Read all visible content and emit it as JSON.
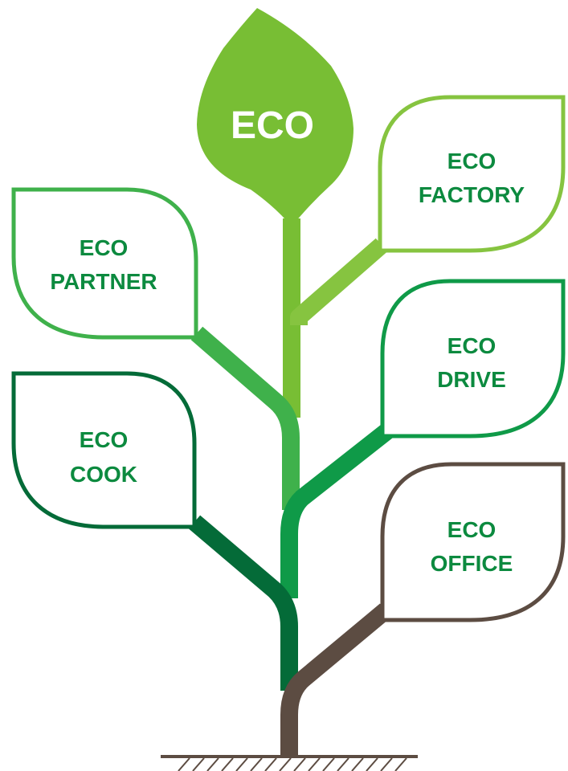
{
  "colors": {
    "main": "#78BE34",
    "partner": "#3FB14B",
    "factory": "#86C440",
    "drive": "#0F9A48",
    "cook": "#046B38",
    "office": "#5C4C42",
    "main_text": "#ffffff",
    "label_text": "#0C8A3F"
  },
  "leaves": {
    "main": {
      "line1": "ECO"
    },
    "factory": {
      "line1": "ECO",
      "line2": "FACTORY"
    },
    "partner": {
      "line1": "ECO",
      "line2": "PARTNER"
    },
    "drive": {
      "line1": "ECO",
      "line2": "DRIVE"
    },
    "cook": {
      "line1": "ECO",
      "line2": "COOK"
    },
    "office": {
      "line1": "ECO",
      "line2": "OFFICE"
    }
  }
}
